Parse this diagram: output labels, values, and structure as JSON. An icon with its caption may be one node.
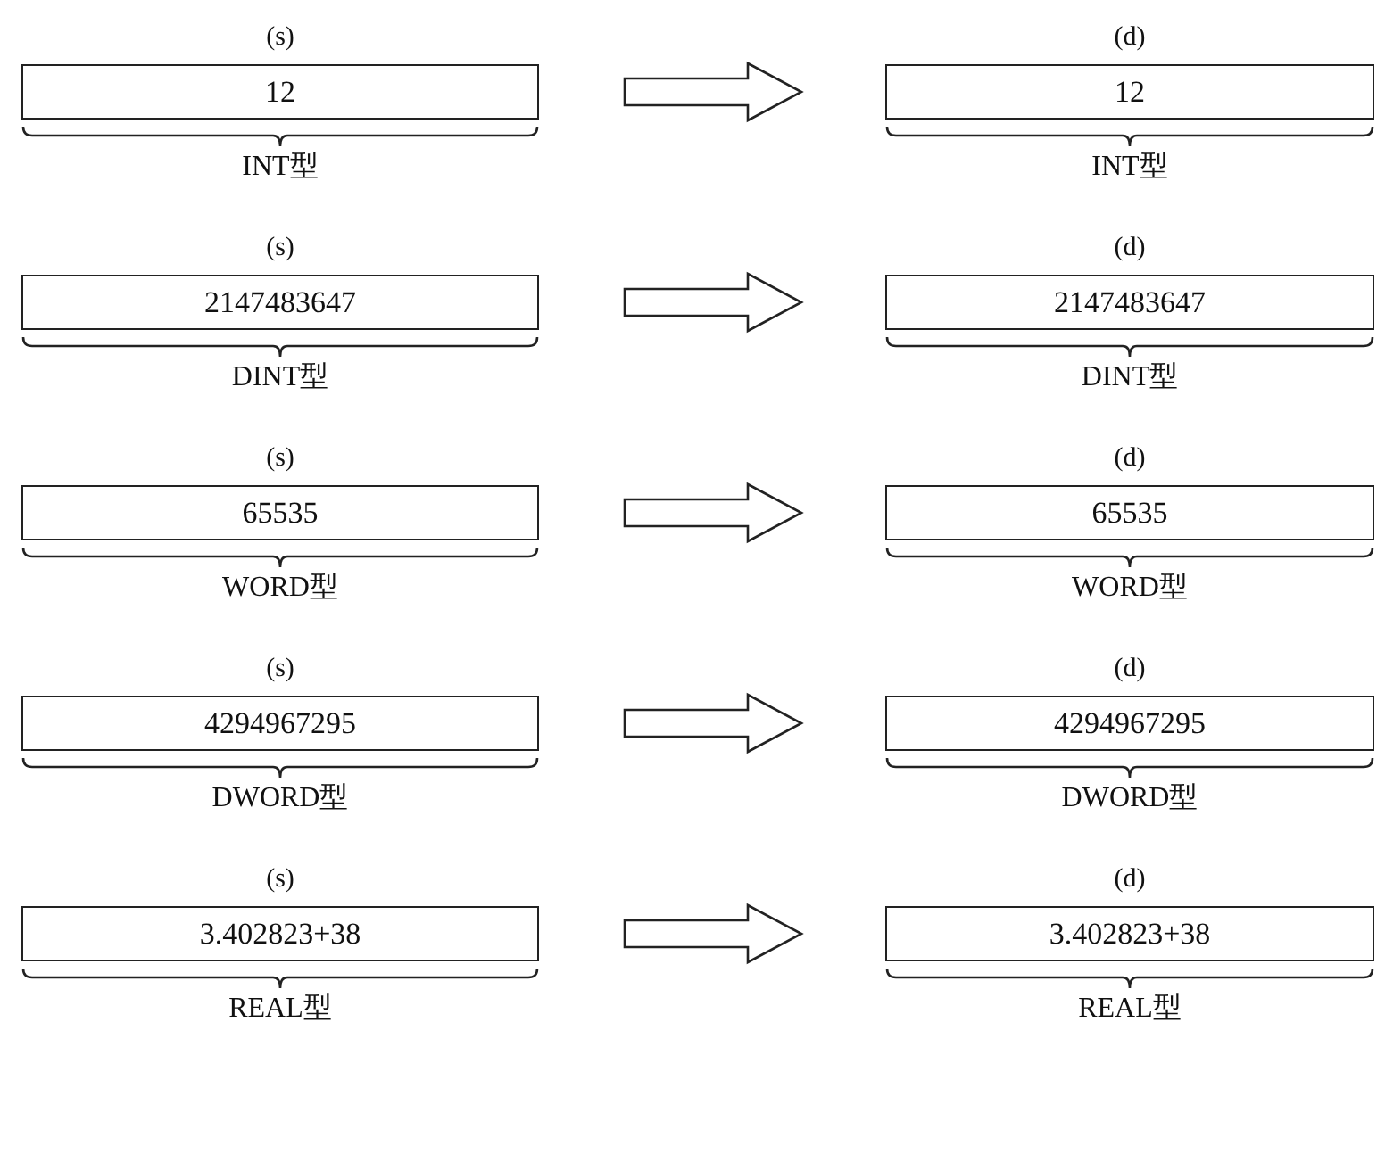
{
  "diagram": {
    "nodes": [
      {
        "text": [
          "(s)",
          "12"
        ],
        "beside": [
          "INT型"
        ]
      },
      {
        "text": [
          "(d)",
          "12"
        ],
        "beside": [
          "INT型"
        ]
      },
      {
        "text": [
          "(s)",
          "2147483647"
        ],
        "beside": [
          "DINT型"
        ]
      },
      {
        "text": [
          "(d)",
          "2147483647"
        ],
        "beside": [
          "DINT型"
        ]
      },
      {
        "text": [
          "(s)",
          "65535"
        ],
        "beside": [
          "WORD型"
        ]
      },
      {
        "text": [
          "(d)",
          "65535"
        ],
        "beside": [
          "WORD型"
        ]
      },
      {
        "text": [
          "(s)",
          "4294967295"
        ],
        "beside": [
          "DWORD型"
        ]
      },
      {
        "text": [
          "(d)",
          "4294967295"
        ],
        "beside": [
          "DWORD型"
        ]
      },
      {
        "text": [
          "(s)",
          "3.402823+38"
        ],
        "beside": [
          "REAL型"
        ]
      },
      {
        "text": [
          "(d)",
          "3.402823+38"
        ],
        "beside": [
          "REAL型"
        ]
      }
    ],
    "edges": [
      {
        "from": 0,
        "to": 1,
        "arrow": "to"
      },
      {
        "from": 2,
        "to": 3,
        "arrow": "to"
      },
      {
        "from": 4,
        "to": 5,
        "arrow": "to"
      },
      {
        "from": 6,
        "to": 7,
        "arrow": "to"
      },
      {
        "from": 8,
        "to": 9,
        "arrow": "to"
      }
    ]
  }
}
